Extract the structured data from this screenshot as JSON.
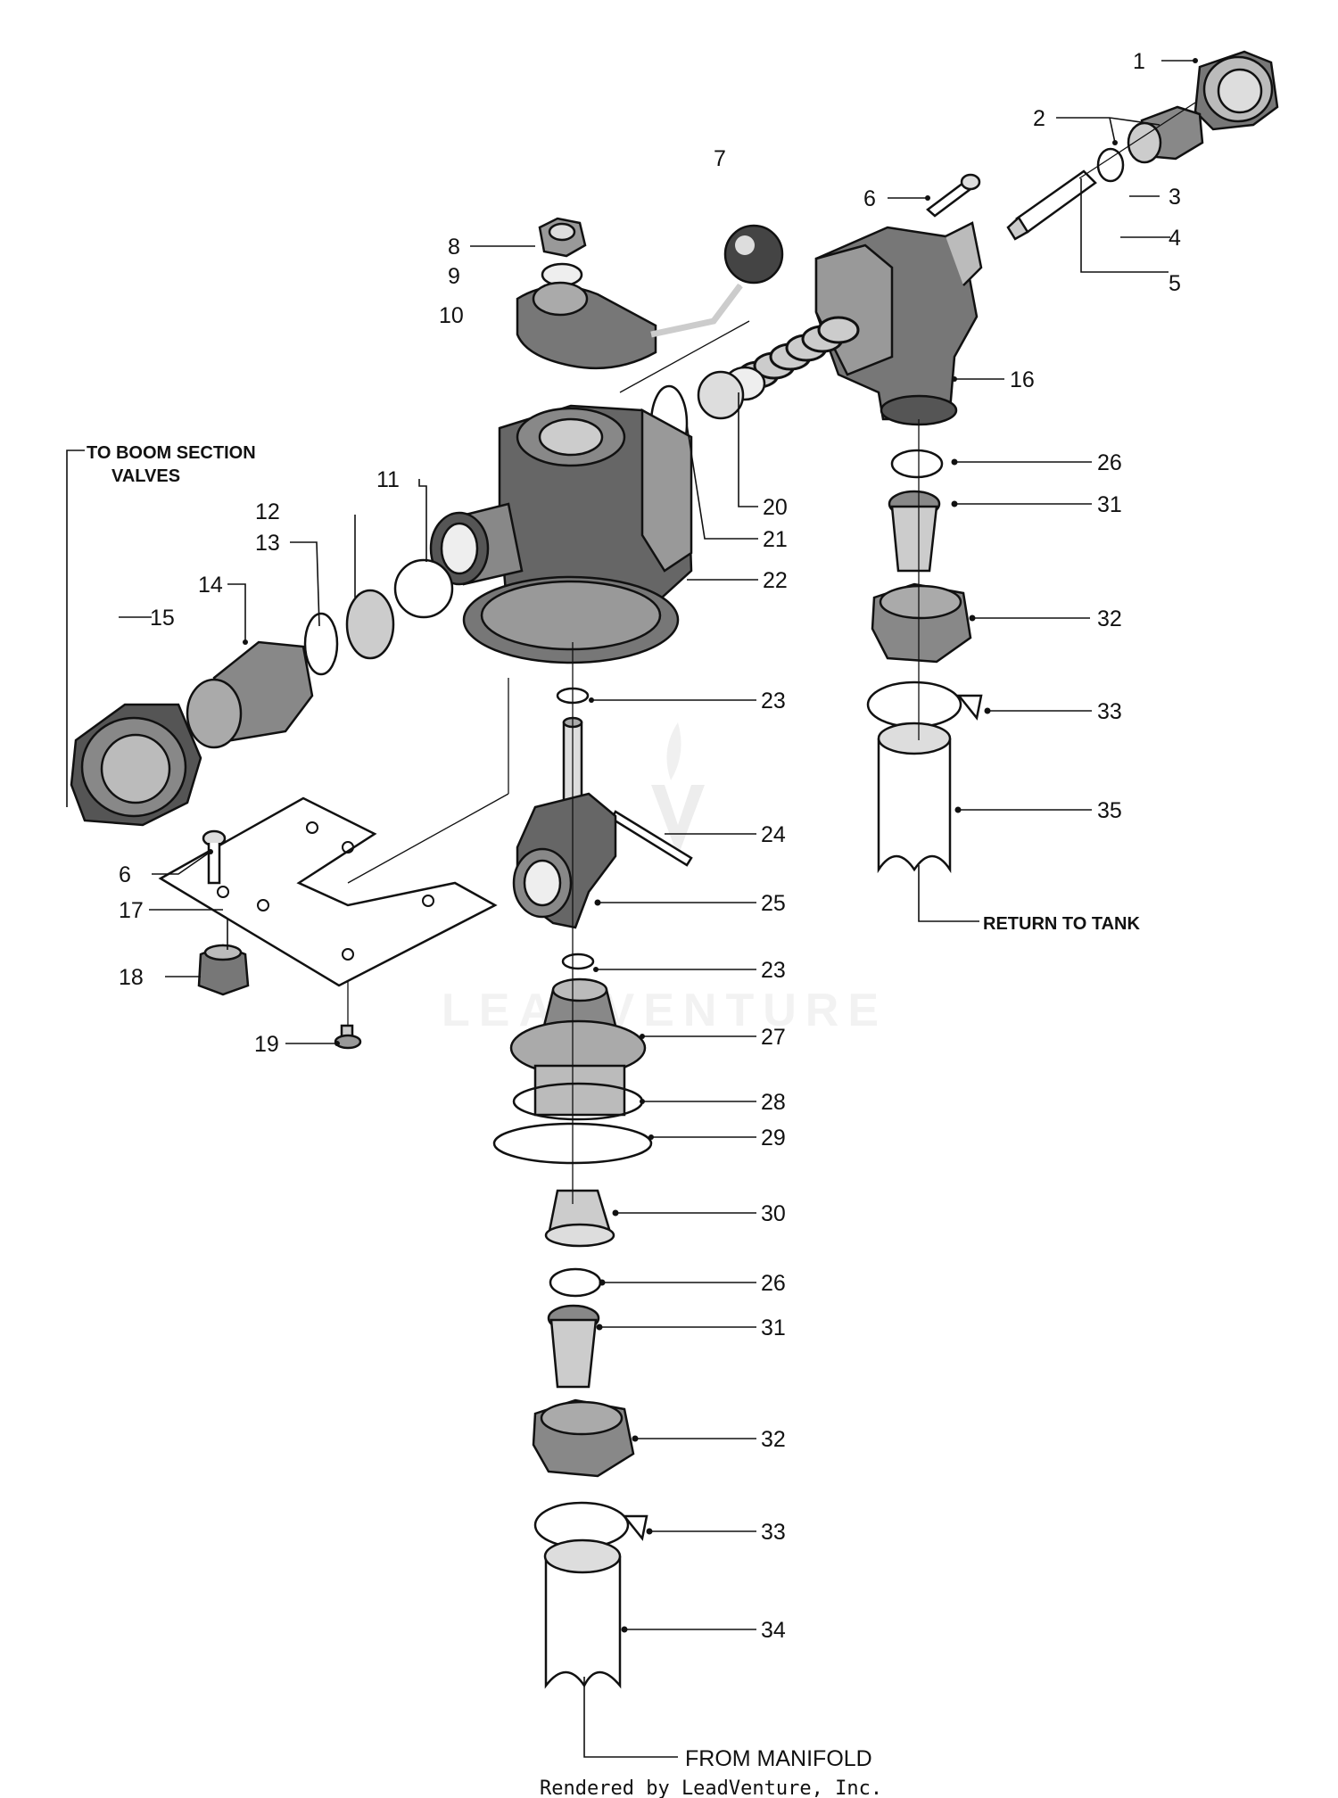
{
  "labels": {
    "to_boom": "TO BOOM SECTION",
    "valves": "VALVES",
    "return_to_tank": "RETURN TO TANK",
    "from_manifold": "FROM MANIFOLD",
    "credit": "Rendered by LeadVenture, Inc.",
    "watermark": "LEADVENTURE"
  },
  "callouts": [
    {
      "id": "c-1",
      "n": "1"
    },
    {
      "id": "c-2",
      "n": "2"
    },
    {
      "id": "c-3",
      "n": "3"
    },
    {
      "id": "c-4",
      "n": "4"
    },
    {
      "id": "c-5",
      "n": "5"
    },
    {
      "id": "c-6a",
      "n": "6"
    },
    {
      "id": "c-7",
      "n": "7"
    },
    {
      "id": "c-8",
      "n": "8"
    },
    {
      "id": "c-9",
      "n": "9"
    },
    {
      "id": "c-10",
      "n": "10"
    },
    {
      "id": "c-11",
      "n": "11"
    },
    {
      "id": "c-12",
      "n": "12"
    },
    {
      "id": "c-13",
      "n": "13"
    },
    {
      "id": "c-14",
      "n": "14"
    },
    {
      "id": "c-15",
      "n": "15"
    },
    {
      "id": "c-16",
      "n": "16"
    },
    {
      "id": "c-6b",
      "n": "6"
    },
    {
      "id": "c-17",
      "n": "17"
    },
    {
      "id": "c-18",
      "n": "18"
    },
    {
      "id": "c-19",
      "n": "19"
    },
    {
      "id": "c-20",
      "n": "20"
    },
    {
      "id": "c-21",
      "n": "21"
    },
    {
      "id": "c-22",
      "n": "22"
    },
    {
      "id": "c-23a",
      "n": "23"
    },
    {
      "id": "c-24",
      "n": "24"
    },
    {
      "id": "c-25",
      "n": "25"
    },
    {
      "id": "c-23b",
      "n": "23"
    },
    {
      "id": "c-27",
      "n": "27"
    },
    {
      "id": "c-28",
      "n": "28"
    },
    {
      "id": "c-29",
      "n": "29"
    },
    {
      "id": "c-30",
      "n": "30"
    },
    {
      "id": "c-26a",
      "n": "26"
    },
    {
      "id": "c-31a",
      "n": "31"
    },
    {
      "id": "c-32a",
      "n": "32"
    },
    {
      "id": "c-33a",
      "n": "33"
    },
    {
      "id": "c-35",
      "n": "35"
    },
    {
      "id": "c-26b",
      "n": "26"
    },
    {
      "id": "c-31b",
      "n": "31"
    },
    {
      "id": "c-32b",
      "n": "32"
    },
    {
      "id": "c-33b",
      "n": "33"
    },
    {
      "id": "c-34",
      "n": "34"
    }
  ]
}
